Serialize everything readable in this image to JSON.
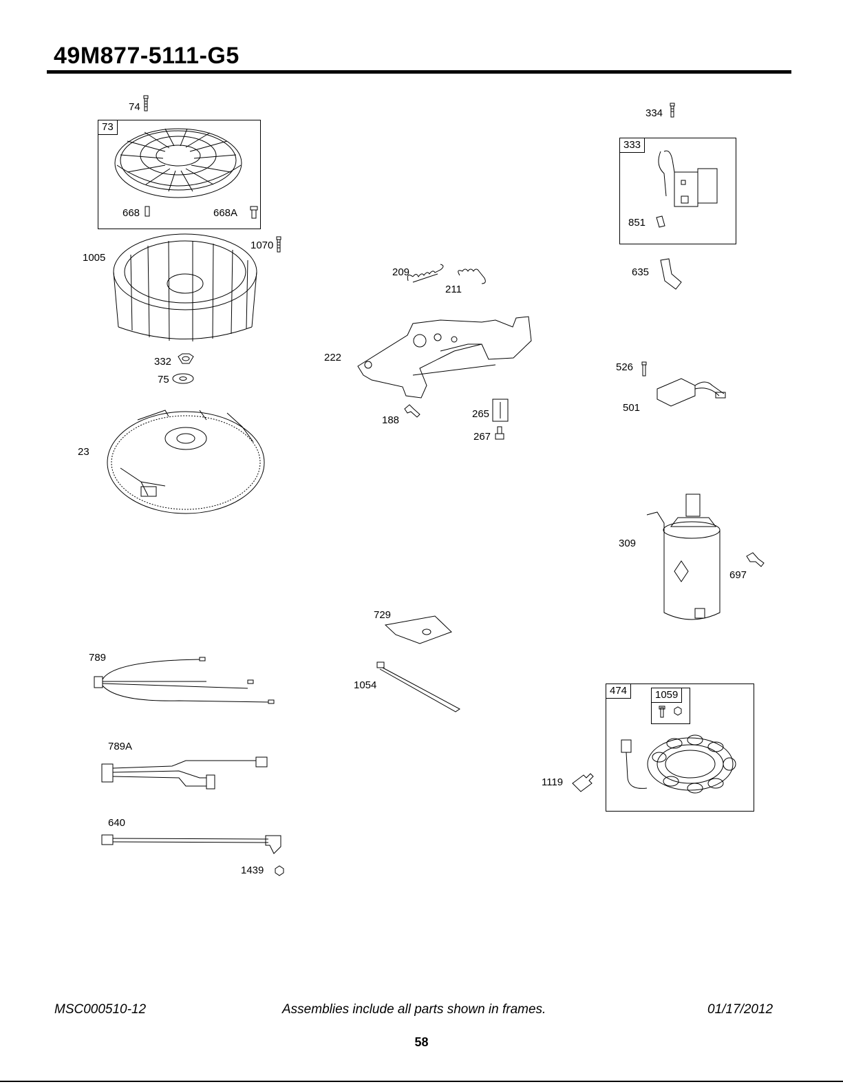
{
  "header": {
    "title": "49M877-5111-G5"
  },
  "frames": {
    "f73": "73",
    "f333": "333",
    "f474": "474",
    "f1059": "1059"
  },
  "labels": {
    "p74": "74",
    "p668": "668",
    "p668A": "668A",
    "p1070": "1070",
    "p1005": "1005",
    "p332": "332",
    "p75": "75",
    "p23": "23",
    "p789": "789",
    "p789A": "789A",
    "p640": "640",
    "p1439": "1439",
    "p209": "209",
    "p211": "211",
    "p222": "222",
    "p188": "188",
    "p265": "265",
    "p267": "267",
    "p729": "729",
    "p1054": "1054",
    "p334": "334",
    "p851": "851",
    "p635": "635",
    "p526": "526",
    "p501": "501",
    "p309": "309",
    "p697": "697",
    "p1119": "1119"
  },
  "footer": {
    "code": "MSC000510-12",
    "note": "Assemblies include all parts shown in frames.",
    "date": "01/17/2012",
    "page": "58"
  }
}
